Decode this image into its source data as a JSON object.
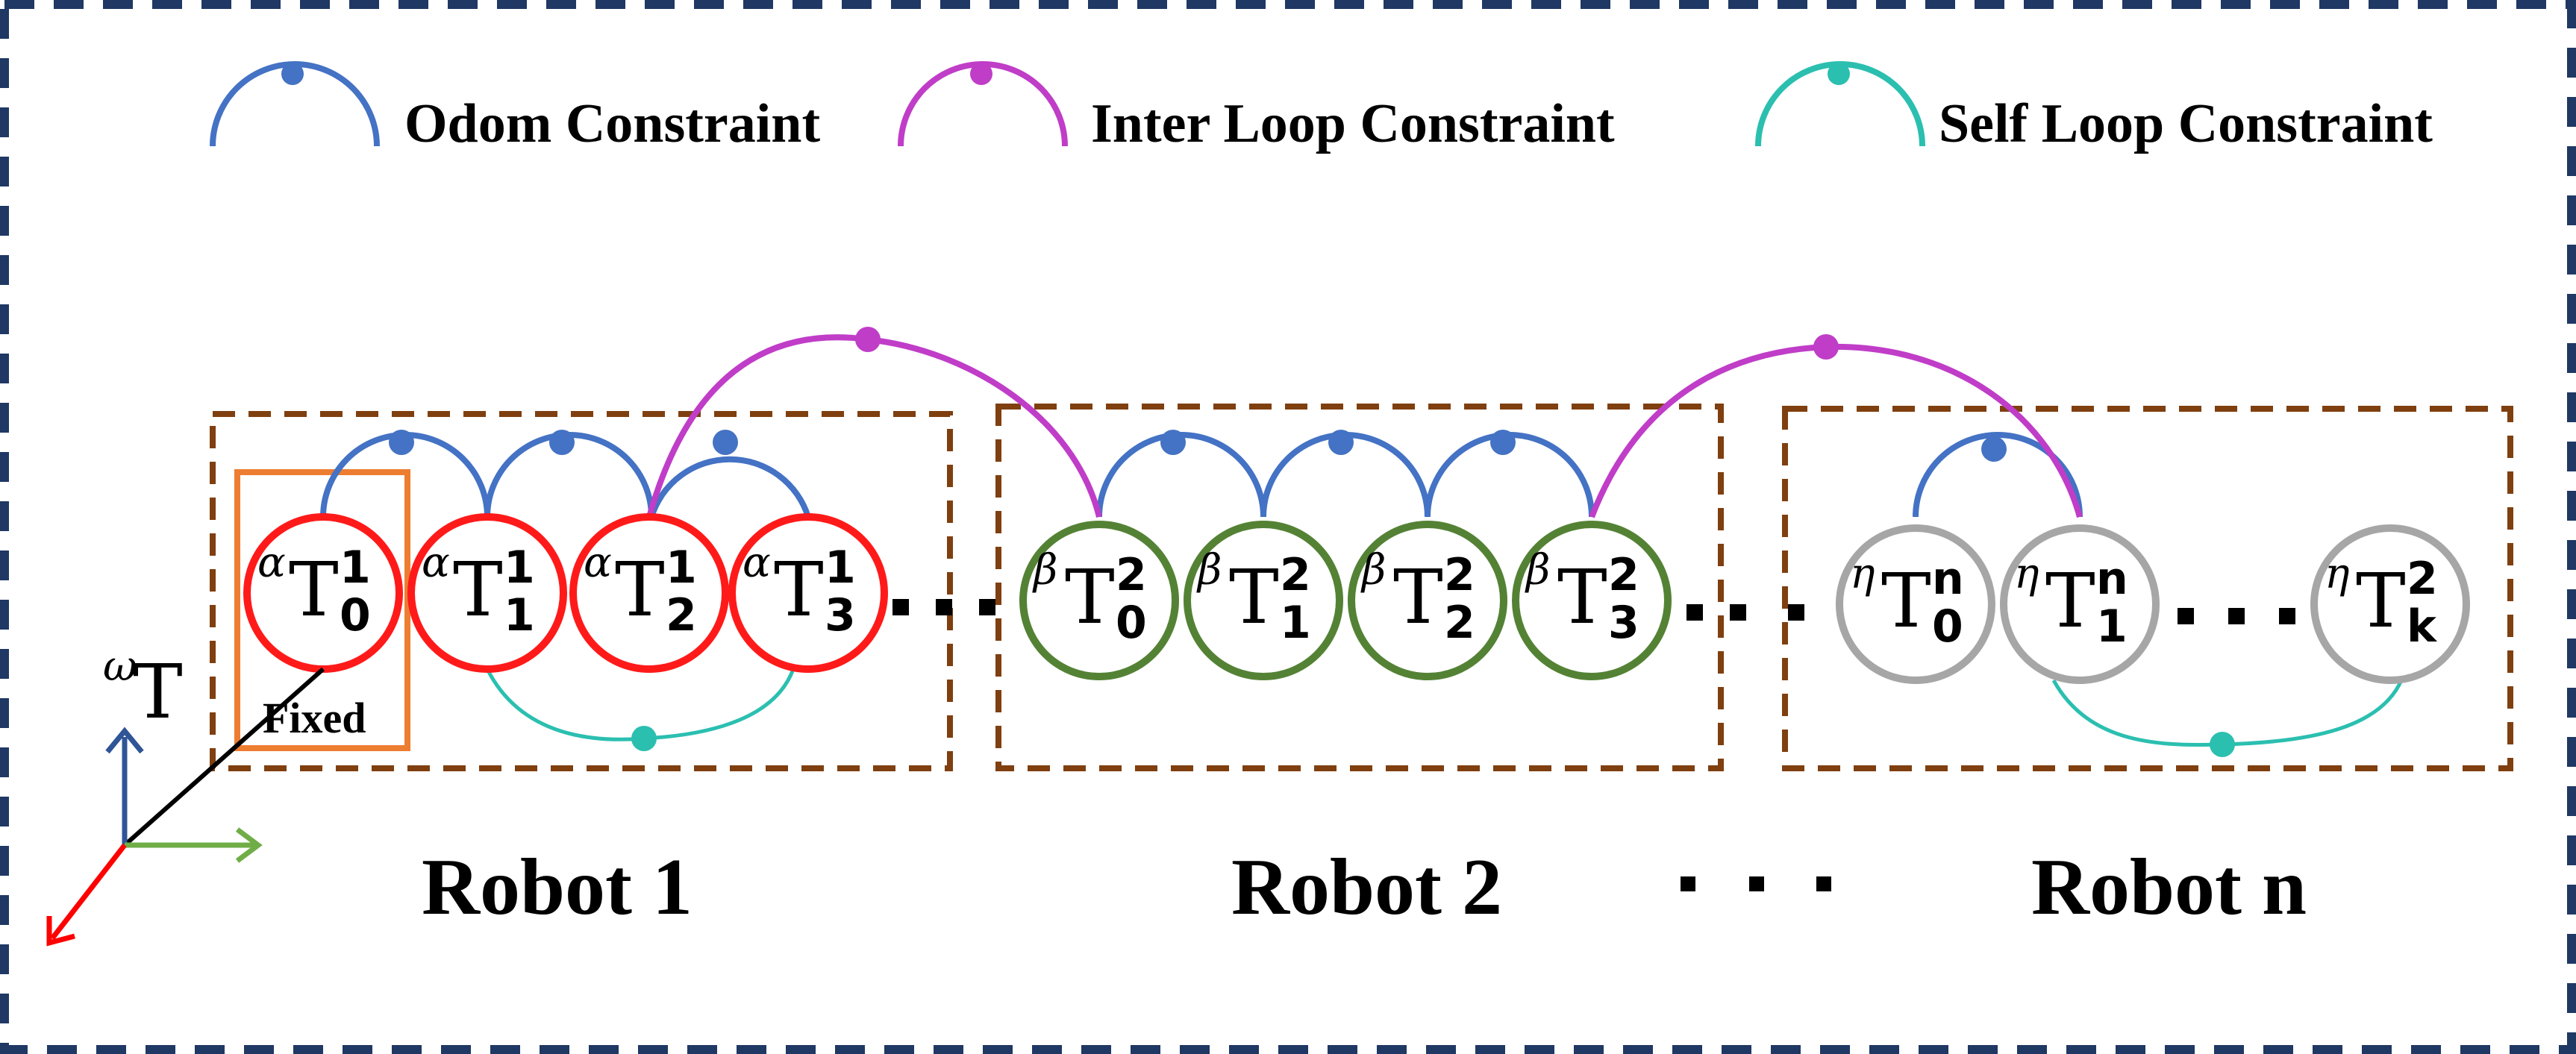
{
  "legend": {
    "odom": {
      "label": "Odom Constraint",
      "color": "#4472c4"
    },
    "inter": {
      "label": "Inter Loop Constraint",
      "color": "#c03dc8"
    },
    "self": {
      "label": "Self Loop Constraint",
      "color": "#2bbfb0"
    }
  },
  "colors": {
    "frame": "#1f3864",
    "robot_box": "#7f3f0f",
    "fixed_box": "#ed7d31",
    "robot1_nodes": "#ff1a1a",
    "robot2_nodes": "#548235",
    "robotn_nodes": "#a6a6a6",
    "axis_up": "#2f5597",
    "axis_right": "#70ad47",
    "axis_diag": "#ff0000"
  },
  "world_frame": {
    "sup": "ω",
    "main": "T"
  },
  "fixed_label": "Fixed",
  "robots": [
    {
      "label": "Robot 1",
      "nodes": [
        {
          "frame": "α",
          "main": "T",
          "sub": "0",
          "sup": "1"
        },
        {
          "frame": "α",
          "main": "T",
          "sub": "1",
          "sup": "1"
        },
        {
          "frame": "α",
          "main": "T",
          "sub": "2",
          "sup": "1"
        },
        {
          "frame": "α",
          "main": "T",
          "sub": "3",
          "sup": "1"
        }
      ]
    },
    {
      "label": "Robot 2",
      "nodes": [
        {
          "frame": "β",
          "main": "T",
          "sub": "0",
          "sup": "2"
        },
        {
          "frame": "β",
          "main": "T",
          "sub": "1",
          "sup": "2"
        },
        {
          "frame": "β",
          "main": "T",
          "sub": "2",
          "sup": "2"
        },
        {
          "frame": "β",
          "main": "T",
          "sub": "3",
          "sup": "2"
        }
      ]
    },
    {
      "label": "Robot n",
      "nodes": [
        {
          "frame": "η",
          "main": "T",
          "sub": "0",
          "sup": "n"
        },
        {
          "frame": "η",
          "main": "T",
          "sub": "1",
          "sup": "n"
        },
        {
          "frame": "η",
          "main": "T",
          "sub": "k",
          "sup": "2"
        }
      ]
    }
  ]
}
